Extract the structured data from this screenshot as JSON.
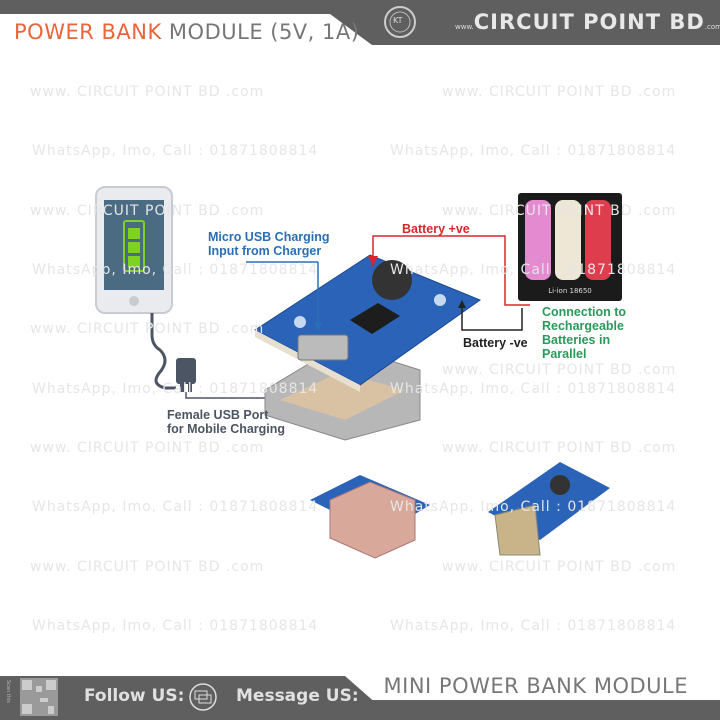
{
  "header": {
    "title_accent": "POWER BANK",
    "title_rest": " MODULE (5V, 1A)",
    "brand_prefix": "www.",
    "brand": "CIRCUIT POINT BD",
    "brand_suffix": ".com",
    "logo_text": "KT"
  },
  "watermarks": {
    "site": "www. CIRCUIT POINT BD .com",
    "contact": "WhatsApp, Imo, Call : 01871808814"
  },
  "diagram": {
    "micro_usb_label_1": "Micro USB Charging",
    "micro_usb_label_2": "Input from Charger",
    "battery_pos": "Battery +ve",
    "battery_neg": "Battery -ve",
    "connection_1": "Connection to",
    "connection_2": "Rechargeable",
    "connection_3": "Batteries in",
    "connection_4": "Parallel",
    "female_usb_1": "Female USB Port",
    "female_usb_2": "for Mobile Charging",
    "battery_text": "Li-ion 18650",
    "colors": {
      "pos": "#d9262c",
      "neg": "#222222",
      "green": "#2a9a5a",
      "blue": "#2a6fb5",
      "board": "#2a63b8"
    }
  },
  "footer": {
    "scan": "Scan this",
    "follow": "Follow US:",
    "message": "Message US:",
    "product": "MINI POWER BANK MODULE"
  }
}
